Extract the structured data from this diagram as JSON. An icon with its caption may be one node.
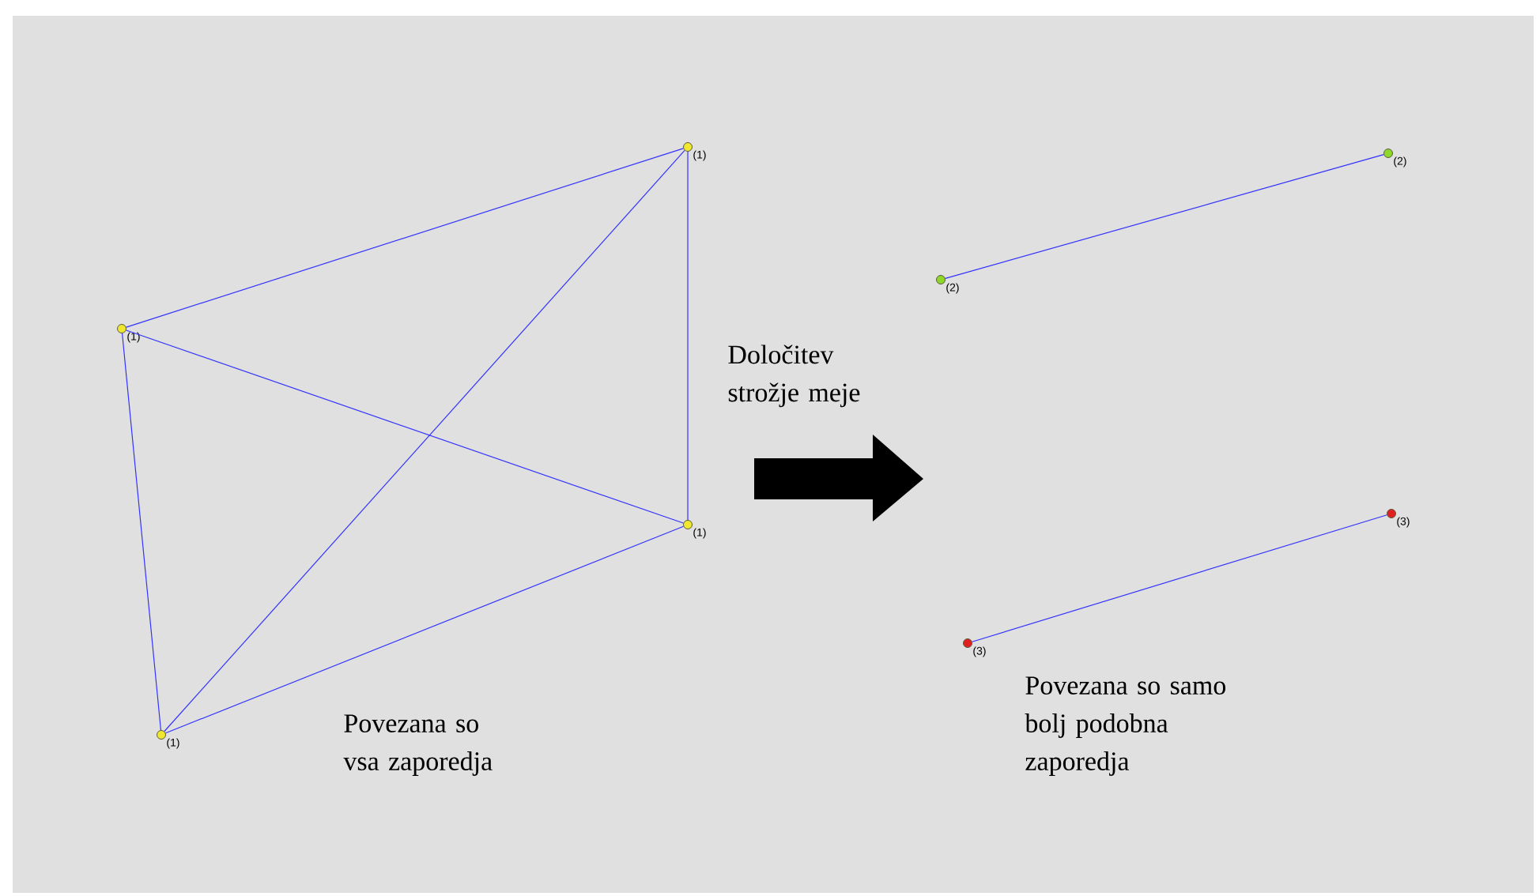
{
  "diagram": {
    "nodes": [
      {
        "text": [],
        "shape": "circle",
        "beside": [
          "(1)"
        ]
      },
      {
        "text": [],
        "shape": "circle",
        "beside": [
          "(1)"
        ]
      },
      {
        "text": [],
        "shape": "circle",
        "beside": [
          "(1)"
        ]
      },
      {
        "text": [],
        "shape": "circle",
        "beside": [
          "(1)"
        ]
      },
      {
        "text": [],
        "shape": "circle",
        "beside": [
          "(2)"
        ]
      },
      {
        "text": [],
        "shape": "circle",
        "beside": [
          "(2)"
        ]
      },
      {
        "text": [],
        "shape": "circle",
        "beside": [
          "(3)"
        ]
      },
      {
        "text": [],
        "shape": "circle",
        "beside": [
          "(3)"
        ]
      }
    ],
    "edges": [
      {
        "from": 1,
        "to": 0,
        "arrow": "none"
      },
      {
        "from": 1,
        "to": 2,
        "arrow": "none"
      },
      {
        "from": 0,
        "to": 2,
        "arrow": "none"
      },
      {
        "from": 0,
        "to": 3,
        "arrow": "none"
      },
      {
        "from": 2,
        "to": 3,
        "arrow": "none"
      },
      {
        "from": 1,
        "to": 3,
        "arrow": "none"
      },
      {
        "from": 5,
        "to": 4,
        "arrow": "none"
      },
      {
        "from": 7,
        "to": 6,
        "arrow": "none"
      }
    ],
    "labels": [
      "Določitev strožje meje",
      "Povezana so vsa zaporedja",
      "Povezana so samo bolj podobna zaporedja"
    ]
  }
}
